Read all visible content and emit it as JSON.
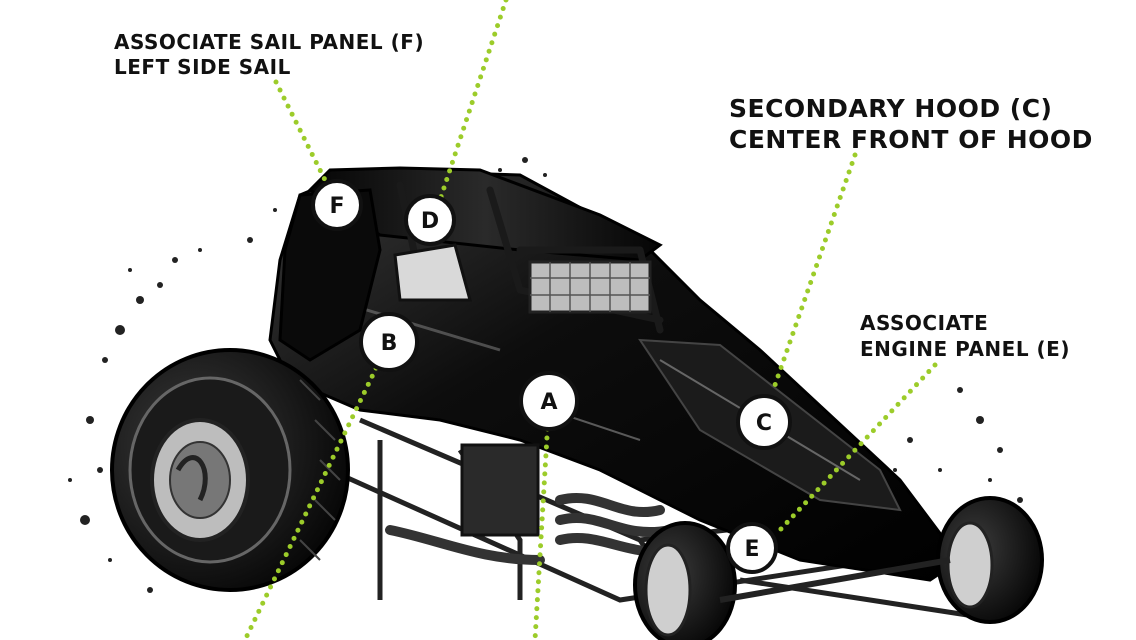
{
  "callouts": {
    "sail_panel": {
      "line1": "ASSOCIATE SAIL PANEL (F)",
      "line2": "LEFT SIDE SAIL"
    },
    "secondary_hood": {
      "line1": "SECONDARY HOOD (C)",
      "line2": "CENTER FRONT OF HOOD"
    },
    "engine_panel": {
      "line1": "ASSOCIATE",
      "line2": "ENGINE PANEL (E)"
    }
  },
  "markers": [
    "F",
    "D",
    "B",
    "A",
    "C",
    "E"
  ],
  "colors": {
    "leader_line": "#9ccc2a",
    "car_body": "#111111",
    "marker_fill": "#ffffff",
    "marker_stroke": "#111111",
    "background": "#ffffff"
  },
  "icons": [
    "sprint-car-illustration"
  ]
}
